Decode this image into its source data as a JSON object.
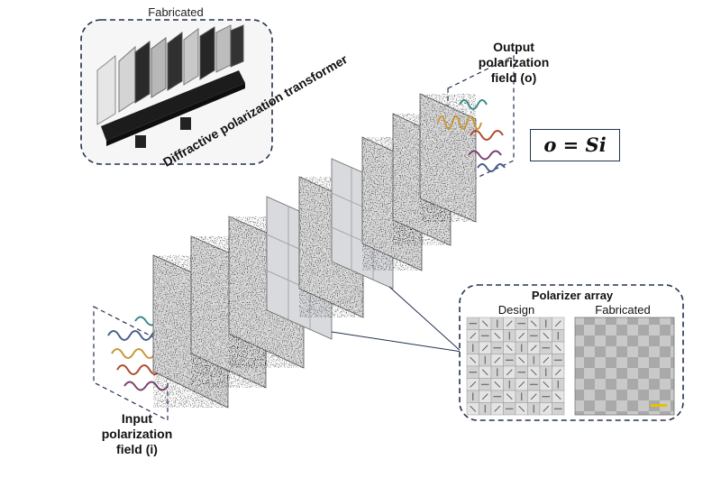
{
  "labels": {
    "fabricated_top": "Fabricated",
    "output_field": [
      "Output",
      "polarization",
      "field (o)"
    ],
    "input_field": [
      "Input",
      "polarization",
      "field (i)"
    ],
    "equation": "o = Si",
    "transformer": "Diffractive polarization transformer",
    "polarizer_array": "Polarizer array",
    "design": "Design",
    "fabricated_inset": "Fabricated"
  },
  "colors": {
    "dash_border": "#23324f",
    "helix": [
      "#c9963a",
      "#b04a2c",
      "#4a5d8c",
      "#7a3f6e",
      "#3b8a8a"
    ],
    "scale_bar": "#e2c400"
  }
}
